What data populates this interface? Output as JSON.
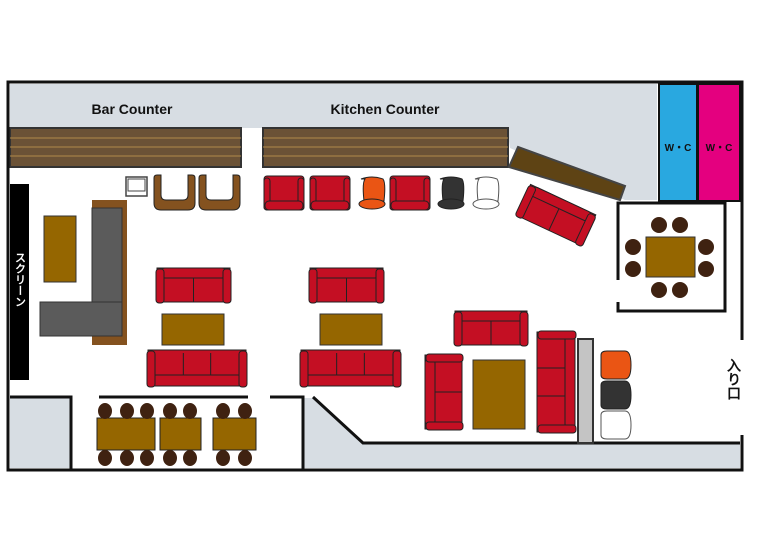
{
  "title": "Floor plan",
  "labels": {
    "bar_counter": "Bar Counter",
    "kitchen_counter": "Kitchen Counter",
    "wc_left": "W・C",
    "wc_right": "W・C",
    "screen": "スクリーン",
    "entrance": "入り口"
  },
  "colors": {
    "wall": "#111111",
    "service_area": "#d7dde3",
    "counter": "#6b5236",
    "sofa_red": "#c40f23",
    "table": "#956600",
    "chair_brown": "#3f2211",
    "armchair_brown": "#84521f",
    "wc_blue": "#29a8e0",
    "wc_pink": "#e4007f",
    "stool_orange": "#ea5514",
    "stool_black": "#333333",
    "grey_bench": "#5b5b5b"
  }
}
